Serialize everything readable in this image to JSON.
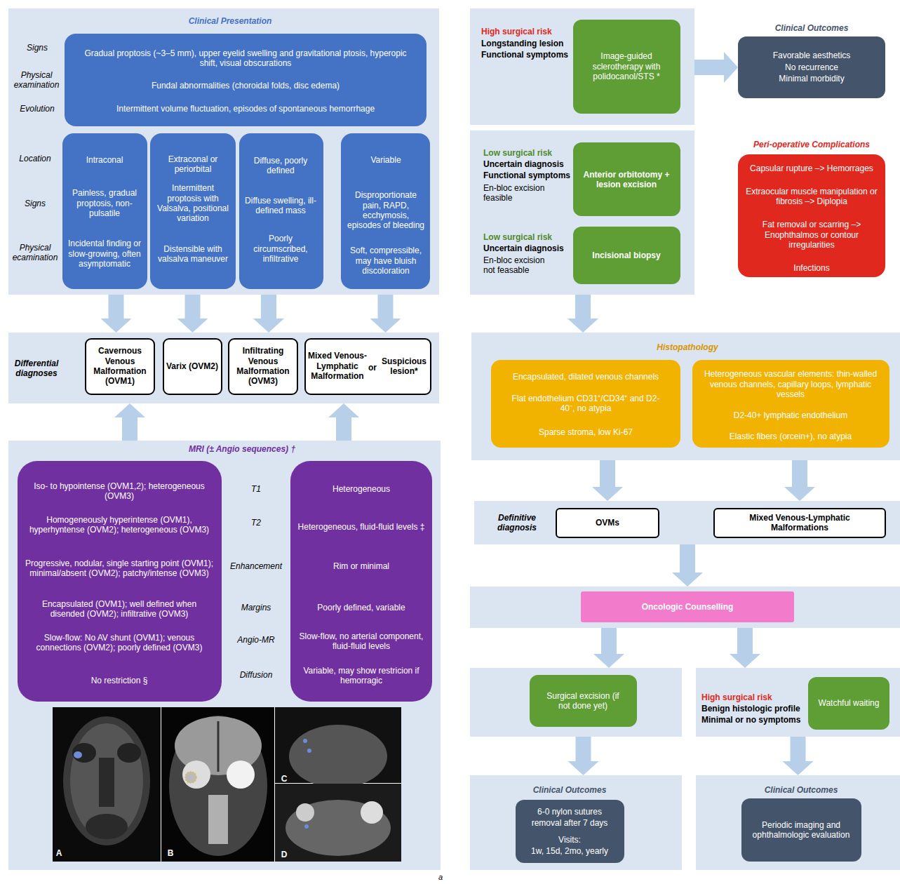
{
  "diagram": {
    "nodes": [
      {
        "text": [
          "Clinical Presentation",
          "Signs",
          "Physical examination",
          "Evolution",
          "Location",
          "Signs",
          "Physical ecamination"
        ]
      },
      {
        "text": [
          "Gradual proptosis (~3–5 mm), upper eyelid swelling and gravitational ptosis, hyperopic shift, visual obscurations",
          "Fundal abnormalities (choroidal folds, disc edema)",
          "Intermittent volume fluctuation, episodes of spontaneous hemorrhage"
        ],
        "in": 0
      },
      {
        "text": [
          "Intraconal",
          "Painless, gradual proptosis, non-pulsatile",
          "Incidental finding or slow-growing, often asymptomatic"
        ],
        "in": 0
      },
      {
        "text": [
          "Extraconal or periorbital",
          "Intermittent proptosis with Valsalva, positional variation",
          "Distensible with valsalva maneuver"
        ],
        "in": 0
      },
      {
        "text": [
          "Diffuse, poorly defined",
          "Diffuse swelling, ill-defined mass",
          "Poorly circumscribed, infiltrative"
        ],
        "in": 0
      },
      {
        "text": [
          "Variable",
          "Disproportionate pain, RAPD, ecchymosis, episodes of bleeding",
          "Soft, compressible, may have bluish discoloration"
        ],
        "in": 0
      },
      {
        "text": [
          "Differential diagnoses"
        ]
      },
      {
        "text": [
          "Cavernous Venous Malformation (OVM1)"
        ],
        "in": 6
      },
      {
        "text": [
          "Varix (OVM2)"
        ],
        "in": 6
      },
      {
        "text": [
          "Infiltrating Venous Malformation (OVM3)"
        ],
        "in": 6
      },
      {
        "text": [
          "Mixed Venous-Lymphatic Malformation",
          "or",
          "Suspicious lesion*"
        ],
        "in": 6
      },
      {
        "text": [
          "MRI (± Angio sequences) †",
          "T1",
          "T2",
          "Enhancement",
          "Margins",
          "Angio-MR",
          "Diffusion"
        ]
      },
      {
        "text": [
          "Iso- to hypointense (OVM1,2); heterogeneous (OVM3)",
          "Homogeneously hyperintense (OVM1), hyperhyntense (OVM2); heterogeneous (OVM3)",
          "Progressive, nodular, single starting point (OVM1); minimal/absent (OVM2); patchy/intense (OVM3)",
          "Encapsulated (OVM1); well defined when disended (OVM2); infiltrative (OVM3)",
          "Slow-flow: No AV shunt (OVM1); venous connections (OVM2); poorly defined (OVM3)",
          "No restriction §"
        ],
        "in": 11
      },
      {
        "text": [
          "Heterogeneous",
          "Heterogeneous, fluid-fluid levels ‡",
          "Rim or minimal",
          "Poorly defined, variable",
          "Slow-flow, no arterial component, fluid-fluid levels",
          "Variable, may show restricion if hemorragic"
        ],
        "in": 11
      },
      {
        "text": [
          "High surgical risk",
          "Longstanding lesion",
          "Functional symptoms"
        ]
      },
      {
        "text": [
          "Image-guided sclerotherapy with polidocanol/STS *"
        ],
        "in": 14
      },
      {
        "text": [
          "Clinical Outcomes",
          "Favorable aesthetics",
          "No recurrence",
          "Minimal morbidity"
        ]
      },
      {
        "text": [
          "Low surgical risk",
          "Uncertain diagnosis",
          "Functional symptoms",
          "En-bloc excision feasible",
          "Low surgical risk",
          "Uncertain diagnosis",
          "En-bloc excision not feasable"
        ]
      },
      {
        "text": [
          "Anterior orbitotomy + lesion excision"
        ],
        "in": 17
      },
      {
        "text": [
          "Incisional biopsy"
        ],
        "in": 17
      },
      {
        "text": [
          "Peri-operative Complications",
          "Capsular rupture –> Hemorrages",
          "Extraocular muscle manipulation or fibrosis –> Diplopia",
          "Fat removal or scarring –> Enophthalmos or contour irregularities",
          "Infections"
        ]
      },
      {
        "text": [
          "Histopathology"
        ]
      },
      {
        "text": [
          "Encapsulated, dilated venous channels",
          "Flat endothelium CD31⁺/CD34⁺ and D2-40⁻, no atypia",
          "Sparse stroma, low Ki-67"
        ],
        "in": 21
      },
      {
        "text": [
          "Heterogeneous vascular elements: thin-walled venous channels, capillary loops, lymphatic vessels",
          "D2-40+ lymphatic endothelium",
          "Elastic fibers (orcein+), no atypia"
        ],
        "in": 21
      },
      {
        "text": [
          "Definitive diagnosis"
        ]
      },
      {
        "text": [
          "OVMs"
        ],
        "in": 24
      },
      {
        "text": [
          "Mixed Venous-Lymphatic Malformations"
        ],
        "in": 24
      },
      {
        "text": [
          "Oncologic Counselling"
        ]
      },
      {
        "text": [
          "Surgical excision (if not done yet)"
        ]
      },
      {
        "text": [
          "High surgical risk",
          "Benign histologic profile",
          "Minimal or no symptoms"
        ]
      },
      {
        "text": [
          "Watchful waiting"
        ],
        "in": 29
      },
      {
        "text": [
          "Clinical Outcomes"
        ]
      },
      {
        "text": [
          "6-0 nylon sutures",
          "removal after 7 days",
          "Visits:",
          "1w, 15d, 2mo, yearly"
        ],
        "in": 31
      },
      {
        "text": [
          "Clinical Outcomes"
        ]
      },
      {
        "text": [
          "Periodic imaging and ophthalmologic evaluation"
        ],
        "in": 33
      }
    ],
    "edges": [
      {
        "from": 2,
        "to": 7,
        "arrow": "to"
      },
      {
        "from": 3,
        "to": 8,
        "arrow": "to"
      },
      {
        "from": 4,
        "to": 9,
        "arrow": "to"
      },
      {
        "from": 5,
        "to": 10,
        "arrow": "to"
      },
      {
        "from": 12,
        "to": 7,
        "arrow": "to"
      },
      {
        "from": 13,
        "to": 10,
        "arrow": "to"
      },
      {
        "from": 15,
        "to": 16,
        "arrow": "to"
      },
      {
        "from": 17,
        "to": 21,
        "arrow": "to"
      },
      {
        "from": 22,
        "to": 25,
        "arrow": "to"
      },
      {
        "from": 23,
        "to": 26,
        "arrow": "to"
      },
      {
        "from": 24,
        "to": 27,
        "arrow": "to"
      },
      {
        "from": 27,
        "to": 28,
        "arrow": "to"
      },
      {
        "from": 27,
        "to": 29,
        "arrow": "to"
      },
      {
        "from": 28,
        "to": 31,
        "arrow": "to"
      },
      {
        "from": 29,
        "to": 33,
        "arrow": "to"
      }
    ],
    "labels": [
      "A",
      "B",
      "C",
      "D",
      "a"
    ]
  }
}
